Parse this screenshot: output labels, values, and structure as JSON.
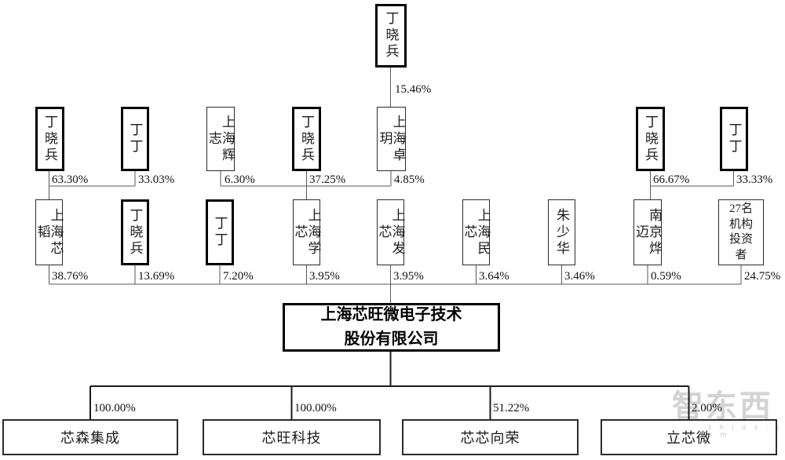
{
  "company": {
    "name": "上海芯旺微电子技术\n股份有限公司"
  },
  "top": {
    "label": "丁晓兵",
    "percent": "15.46%"
  },
  "row2": [
    {
      "label": "丁晓兵",
      "percent": "63.30%"
    },
    {
      "label": "丁丁",
      "percent": "33.03%"
    },
    {
      "label": "上海辉志",
      "percent": "6.30%"
    },
    {
      "label": "丁晓兵",
      "percent": "37.25%"
    },
    {
      "label": "上海卓玥",
      "percent": "4.85%"
    },
    {
      "label": "丁晓兵",
      "percent": "66.67%"
    },
    {
      "label": "丁丁",
      "percent": "33.33%"
    }
  ],
  "row3": [
    {
      "label": "上海芯韬",
      "percent": "38.76%"
    },
    {
      "label": "丁晓兵",
      "percent": "13.69%"
    },
    {
      "label": "丁丁",
      "percent": "7.20%"
    },
    {
      "label": "上海学芯",
      "percent": "3.95%"
    },
    {
      "label": "上海发芯",
      "percent": "3.95%"
    },
    {
      "label": "上海民芯",
      "percent": "3.64%"
    },
    {
      "label": "朱少华",
      "percent": "3.46%"
    },
    {
      "label": "南京烨迈",
      "percent": "0.59%"
    },
    {
      "label": "27名\n机构\n投资\n者",
      "percent": "24.75%"
    }
  ],
  "subsidiaries": [
    {
      "label": "芯森集成",
      "percent": "100.00%"
    },
    {
      "label": "芯旺科技",
      "percent": "100.00%"
    },
    {
      "label": "芯芯向荣",
      "percent": "51.22%"
    },
    {
      "label": "立芯微",
      "percent": "2.00%"
    }
  ],
  "watermark": {
    "text": "智东西",
    "subtext": "z h i d x . c o m"
  }
}
